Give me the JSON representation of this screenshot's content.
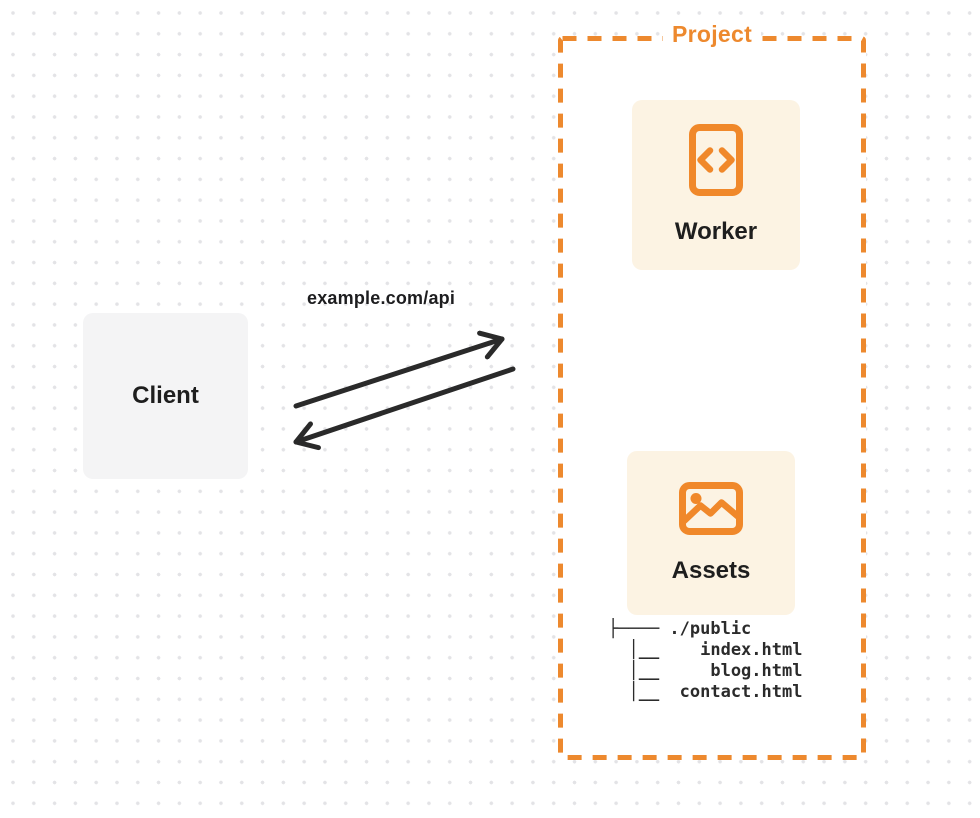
{
  "diagram": {
    "client_card": {
      "label": "Client"
    },
    "request_arrow": {
      "label": "example.com/api",
      "from": "Client",
      "to": "Project"
    },
    "response_arrow": {
      "from": "Project",
      "to": "Client"
    },
    "project_group": {
      "label": "Project",
      "worker_card": {
        "label": "Worker",
        "icon": "code-document-icon"
      },
      "assets_card": {
        "label": "Assets",
        "icon": "image-icon"
      },
      "file_tree": {
        "root": "./public",
        "files": [
          "index.html",
          "blog.html",
          "contact.html"
        ],
        "ascii": [
          "├──── ./public",
          "  │__    index.html",
          "  │__     blog.html",
          "  │__  contact.html"
        ]
      }
    },
    "colors": {
      "accent_orange": "#ED892E",
      "card_cream": "#FCF3E3",
      "client_gray": "#F4F4F5",
      "arrow_dark": "#2A2A2A",
      "text_dark": "#1E1E1E",
      "grid_dot": "#E3E3E6"
    }
  }
}
